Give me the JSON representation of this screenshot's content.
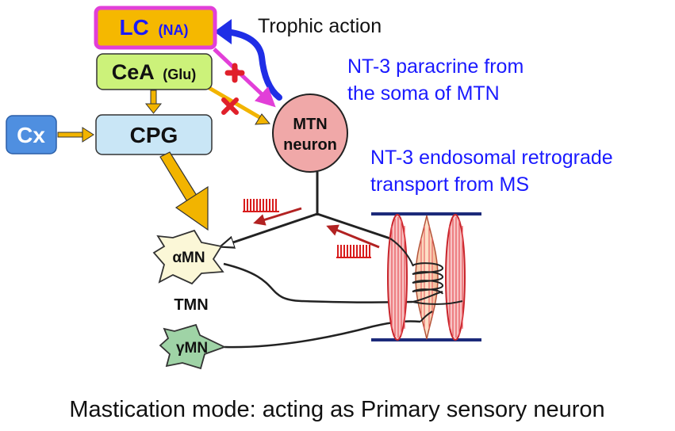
{
  "nodes": {
    "lc": {
      "label": "LC",
      "sub": "(NA)",
      "fill": "#f5b800",
      "border": "#e23fd8"
    },
    "cea": {
      "label": "CeA",
      "sub": "(Glu)",
      "fill": "#ccf27a"
    },
    "cpg": {
      "label": "CPG",
      "fill": "#c9e6f6"
    },
    "cx": {
      "label": "Cx",
      "fill": "#4f8fe0"
    },
    "mtn": {
      "label_line1": "MTN",
      "label_line2": "neuron",
      "fill": "#f0a8a8"
    },
    "alpha_mn": {
      "label": "αMN",
      "fill": "#fbf7d7"
    },
    "tmn": {
      "label": "TMN"
    },
    "gamma_mn": {
      "label": "γMN",
      "fill": "#9fd3a6"
    }
  },
  "annotations": {
    "trophic_action": "Trophic action",
    "nt3_paracrine_line1": "NT-3 paracrine from",
    "nt3_paracrine_line2": "the soma of MTN",
    "nt3_endosomal_line1": "NT-3 endosomal retrograde",
    "nt3_endosomal_line2": "transport from MS"
  },
  "caption": "Mastication mode: acting as Primary sensory neuron",
  "colors": {
    "blue_text": "#1a1aff",
    "trophic_arrow": "#1f2ee6",
    "magenta_arrow": "#e23fd8",
    "yellow_arrow": "#f2b400",
    "red_cross": "#e0202a",
    "spikes": "#d81c1c",
    "muscle_bar": "#1c2a7a",
    "muscle_fiber": "#e8545a"
  }
}
